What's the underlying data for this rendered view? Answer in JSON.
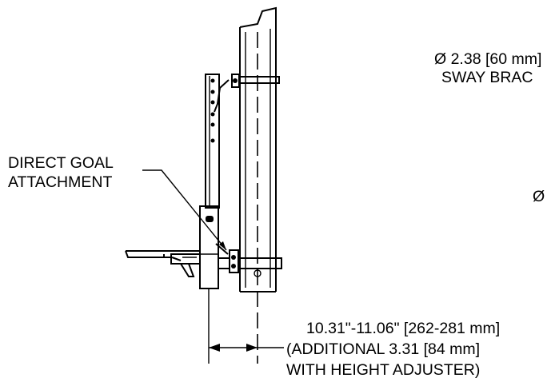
{
  "callouts": {
    "sway_brace_dim": "Ø 2.38 [60 mm]",
    "sway_brace": "SWAY BRAC",
    "right_dim_partial": "Ø",
    "direct_goal_line1": "DIRECT GOAL",
    "direct_goal_line2": "ATTACHMENT"
  },
  "dimension": {
    "line1": "10.31\"-11.06\" [262-281 mm]",
    "line2": "(ADDITIONAL  3.31 [84 mm]",
    "line3": "WITH HEIGHT ADJUSTER)"
  }
}
